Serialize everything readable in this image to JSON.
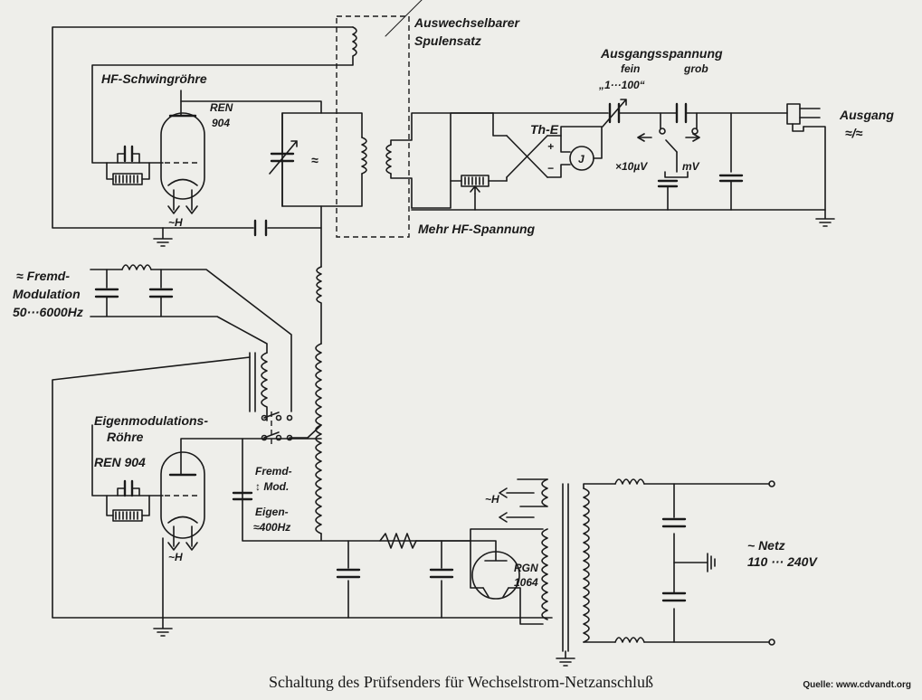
{
  "labels": {
    "hf_tube_title": "HF-Schwingröhre",
    "hf_tube_type_1": "REN",
    "hf_tube_type_2": "904",
    "coil_set_1": "Auswechselbarer",
    "coil_set_2": "Spulensatz",
    "output_voltage": "Ausgangsspannung",
    "fine": "fein",
    "coarse": "grob",
    "range": "„1···100“",
    "thermo": "Th-E",
    "plus": "+",
    "minus": "−",
    "meter": "J",
    "uv": "×10µV",
    "mv": "mV",
    "output_1": "Ausgang",
    "output_2": "≈/≈",
    "more_hf": "Mehr HF-Spannung",
    "heater_1": "~H",
    "approx": "≈",
    "ext_mod_1": "≈ Fremd-",
    "ext_mod_2": "Modulation",
    "ext_mod_3": "50···6000Hz",
    "self_mod_1": "Eigenmodulations-",
    "self_mod_2": "Röhre",
    "self_mod_tube": "REN 904",
    "switch_1": "Fremd-",
    "switch_2": "↕ Mod.",
    "switch_3": "Eigen-",
    "switch_4": "≈400Hz",
    "heater_2": "~H",
    "heater_3": "~H",
    "rect_1": "RGN",
    "rect_2": "1064",
    "mains_1": "~ Netz",
    "mains_2": "110 ··· 240V"
  },
  "caption": "Schaltung des Prüfsenders für Wechselstrom-Netzanschluß",
  "source": "Quelle: www.cdvandt.org"
}
